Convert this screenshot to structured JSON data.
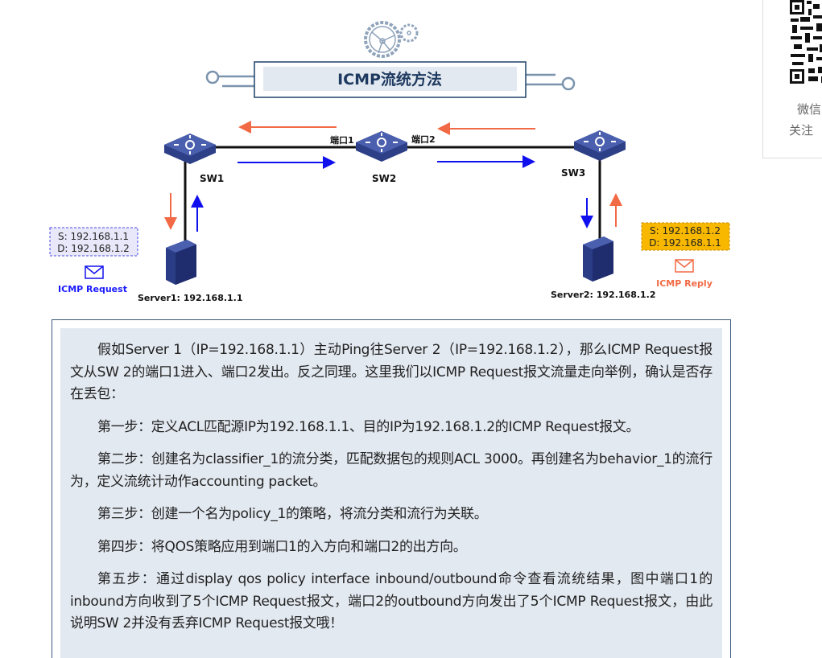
{
  "header": {
    "title": "ICMP流统方法"
  },
  "diagram": {
    "switches": [
      "SW1",
      "SW2",
      "SW3"
    ],
    "port1": "端口1",
    "port2": "端口2",
    "server1": "Server1: 192.168.1.1",
    "server2": "Server2: 192.168.1.2",
    "request_packet": {
      "src": "S: 192.168.1.1",
      "dst": "D: 192.168.1.2",
      "label": "ICMP Request"
    },
    "reply_packet": {
      "src": "S: 192.168.1.2",
      "dst": "D: 192.168.1.1",
      "label": "ICMP Reply"
    },
    "colors": {
      "request": "#1010ee",
      "reply": "#f26a45",
      "switch": "#3b4f9c"
    }
  },
  "sidebar": {
    "caption1": "微信",
    "caption2": "关注"
  },
  "article": {
    "paragraphs": [
      "假如Server 1（IP=192.168.1.1）主动Ping往Server 2（IP=192.168.1.2），那么ICMP Request报文从SW 2的端口1进入、端口2发出。反之同理。这里我们以ICMP Request报文流量走向举例，确认是否存在丢包：",
      "第一步：定义ACL匹配源IP为192.168.1.1、目的IP为192.168.1.2的ICMP Request报文。",
      "第二步：创建名为classifier_1的流分类，匹配数据包的规则ACL 3000。再创建名为behavior_1的流行为，定义流统计动作accounting packet。",
      "第三步：创建一个名为policy_1的策略，将流分类和流行为关联。",
      "第四步：将QOS策略应用到端口1的入方向和端口2的出方向。",
      "第五步：通过display qos policy interface inbound/outbound命令查看流统结果，图中端口1的inbound方向收到了5个ICMP Request报文，端口2的outbound方向发出了5个ICMP Request报文，由此说明SW 2并没有丢弃ICMP Request报文哦！"
    ]
  }
}
